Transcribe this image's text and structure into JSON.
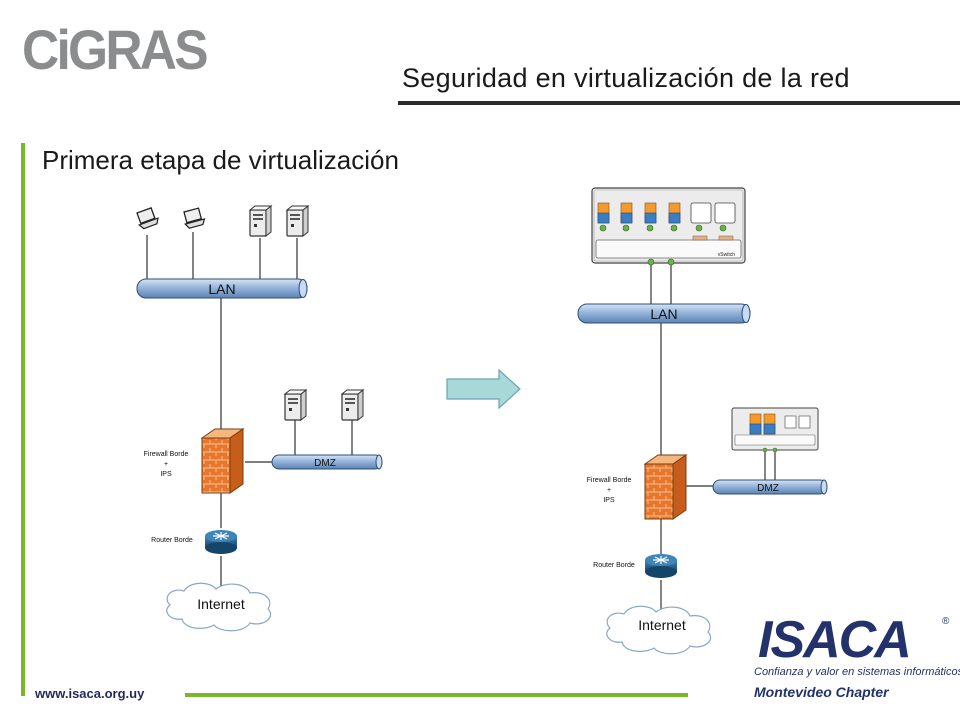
{
  "brand": {
    "logo_text": "CiGRAS"
  },
  "slide": {
    "title": "Seguridad en virtualización de la red",
    "subtitle": "Primera etapa de virtualización"
  },
  "left_diagram": {
    "lan_label": "LAN",
    "dmz_label": "DMZ",
    "firewall_label_1": "Firewall Borde",
    "firewall_label_2": "+",
    "firewall_label_3": "IPS",
    "router_label": "Router Borde",
    "internet_label": "Internet"
  },
  "right_diagram": {
    "lan_label": "LAN",
    "dmz_label": "DMZ",
    "firewall_label_1": "Firewall Borde",
    "firewall_label_2": "+",
    "firewall_label_3": "IPS",
    "router_label": "Router Borde",
    "internet_label": "Internet",
    "vswitch_label": "vSwitch"
  },
  "footer": {
    "url": "www.isaca.org.uy",
    "isaca_word": "ISACA",
    "isaca_reg": "®",
    "isaca_tagline": "Confianza y valor en sistemas informáticos",
    "isaca_chapter": "Montevideo Chapter"
  },
  "colors": {
    "accent_green": "#7ab829",
    "pipe_blue": "#8fb0d8",
    "arrow_fill": "#a8d8d8",
    "firewall_orange": "#e8762c",
    "router_blue": "#1f5f8b",
    "isaca_navy": "#23326a"
  }
}
